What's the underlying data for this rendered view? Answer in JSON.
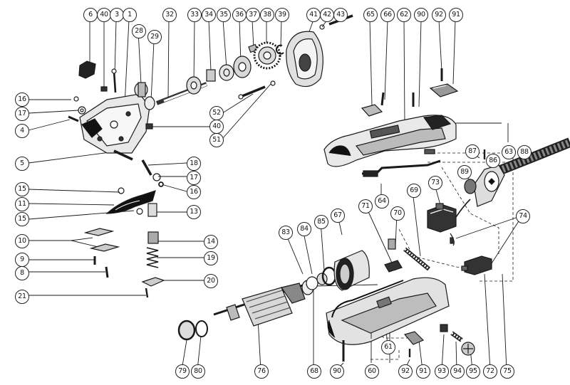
{
  "parts": [
    {
      "id": "6",
      "label": "6"
    },
    {
      "id": "40a",
      "label": "40"
    },
    {
      "id": "3",
      "label": "3"
    },
    {
      "id": "1",
      "label": "1"
    },
    {
      "id": "28",
      "label": "28"
    },
    {
      "id": "29",
      "label": "29"
    },
    {
      "id": "32",
      "label": "32"
    },
    {
      "id": "33",
      "label": "33"
    },
    {
      "id": "34",
      "label": "34"
    },
    {
      "id": "35",
      "label": "35"
    },
    {
      "id": "36",
      "label": "36"
    },
    {
      "id": "37",
      "label": "37"
    },
    {
      "id": "38",
      "label": "38"
    },
    {
      "id": "39",
      "label": "39"
    },
    {
      "id": "41",
      "label": "41"
    },
    {
      "id": "42",
      "label": "42"
    },
    {
      "id": "43",
      "label": "43"
    },
    {
      "id": "65",
      "label": "65"
    },
    {
      "id": "66",
      "label": "66"
    },
    {
      "id": "62",
      "label": "62"
    },
    {
      "id": "90a",
      "label": "90"
    },
    {
      "id": "92a",
      "label": "92"
    },
    {
      "id": "91a",
      "label": "91"
    },
    {
      "id": "16a",
      "label": "16"
    },
    {
      "id": "17a",
      "label": "17"
    },
    {
      "id": "4",
      "label": "4"
    },
    {
      "id": "52",
      "label": "52"
    },
    {
      "id": "40b",
      "label": "40"
    },
    {
      "id": "51",
      "label": "51"
    },
    {
      "id": "5",
      "label": "5"
    },
    {
      "id": "18",
      "label": "18"
    },
    {
      "id": "17b",
      "label": "17"
    },
    {
      "id": "16b",
      "label": "16"
    },
    {
      "id": "15a",
      "label": "15"
    },
    {
      "id": "11",
      "label": "11"
    },
    {
      "id": "15b",
      "label": "15"
    },
    {
      "id": "13",
      "label": "13"
    },
    {
      "id": "87",
      "label": "87"
    },
    {
      "id": "86",
      "label": "86"
    },
    {
      "id": "63",
      "label": "63"
    },
    {
      "id": "88",
      "label": "88"
    },
    {
      "id": "89",
      "label": "89"
    },
    {
      "id": "73",
      "label": "73"
    },
    {
      "id": "64",
      "label": "64"
    },
    {
      "id": "71",
      "label": "71"
    },
    {
      "id": "70",
      "label": "70"
    },
    {
      "id": "69",
      "label": "69"
    },
    {
      "id": "74",
      "label": "74"
    },
    {
      "id": "10",
      "label": "10"
    },
    {
      "id": "83",
      "label": "83"
    },
    {
      "id": "84",
      "label": "84"
    },
    {
      "id": "85",
      "label": "85"
    },
    {
      "id": "67",
      "label": "67"
    },
    {
      "id": "14",
      "label": "14"
    },
    {
      "id": "9",
      "label": "9"
    },
    {
      "id": "19",
      "label": "19"
    },
    {
      "id": "8",
      "label": "8"
    },
    {
      "id": "20",
      "label": "20"
    },
    {
      "id": "21",
      "label": "21"
    },
    {
      "id": "61",
      "label": "61"
    },
    {
      "id": "79",
      "label": "79"
    },
    {
      "id": "80",
      "label": "80"
    },
    {
      "id": "76",
      "label": "76"
    },
    {
      "id": "68",
      "label": "68"
    },
    {
      "id": "90b",
      "label": "90"
    },
    {
      "id": "60",
      "label": "60"
    },
    {
      "id": "92b",
      "label": "92"
    },
    {
      "id": "91b",
      "label": "91"
    },
    {
      "id": "93",
      "label": "93"
    },
    {
      "id": "94",
      "label": "94"
    },
    {
      "id": "95",
      "label": "95"
    },
    {
      "id": "72",
      "label": "72"
    },
    {
      "id": "75",
      "label": "75"
    }
  ]
}
